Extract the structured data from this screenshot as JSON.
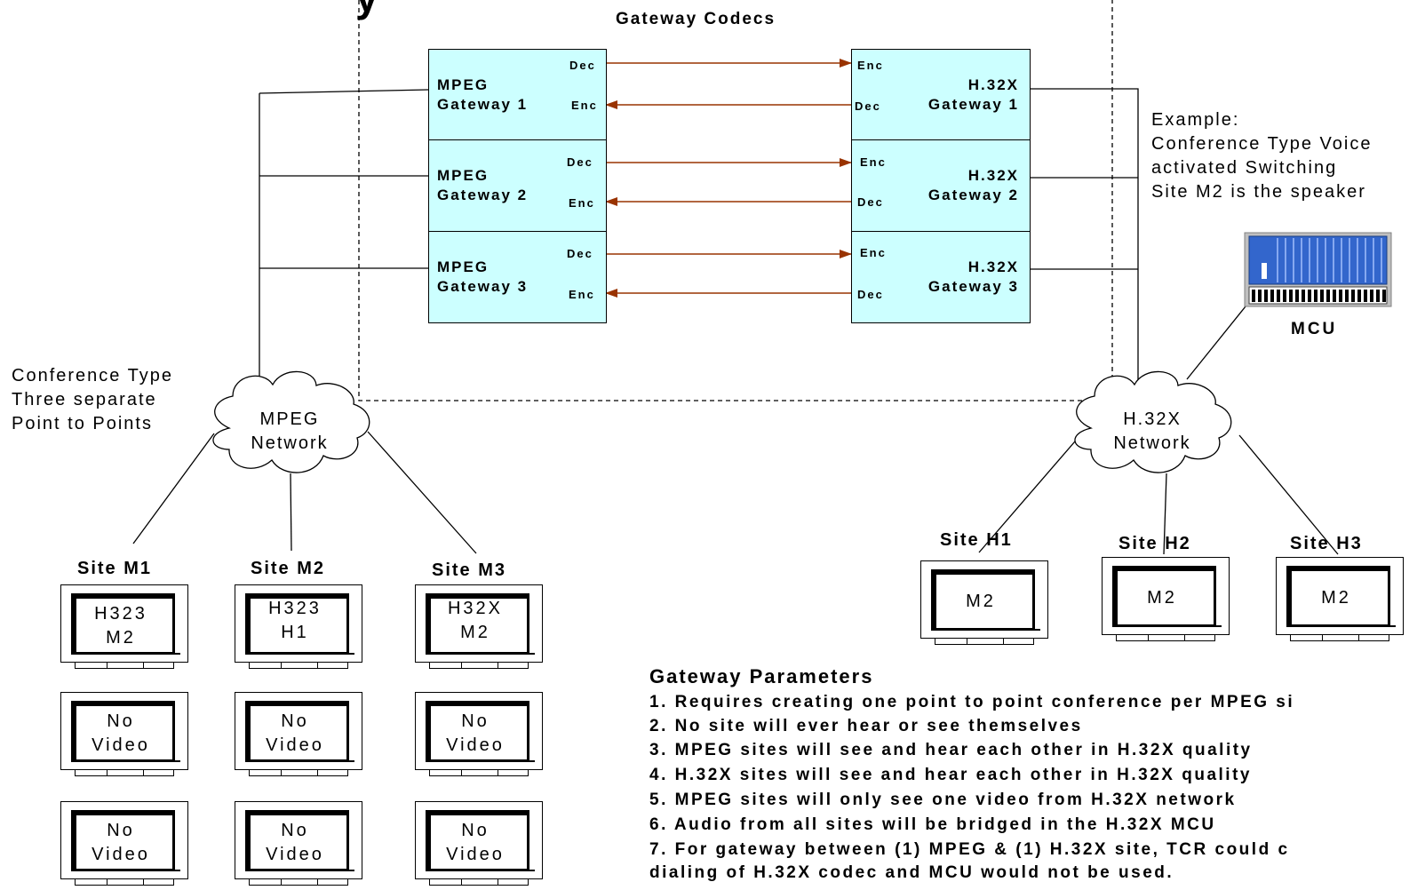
{
  "title_fragment": "y",
  "header": "Gateway Codecs",
  "mpeg_gateways": [
    {
      "line1": "MPEG",
      "line2": "Gateway 1",
      "dec": "Dec",
      "enc": "Enc"
    },
    {
      "line1": "MPEG",
      "line2": "Gateway 2",
      "dec": "Dec",
      "enc": "Enc"
    },
    {
      "line1": "MPEG",
      "line2": "Gateway 3",
      "dec": "Dec",
      "enc": "Enc"
    }
  ],
  "h32x_gateways": [
    {
      "line1": "H.32X",
      "line2": "Gateway 1",
      "enc": "Enc",
      "dec": "Dec"
    },
    {
      "line1": "H.32X",
      "line2": "Gateway 2",
      "enc": "Enc",
      "dec": "Dec"
    },
    {
      "line1": "H.32X",
      "line2": "Gateway 3",
      "enc": "Enc",
      "dec": "Dec"
    }
  ],
  "example_note": [
    "Example:",
    "Conference Type Voice",
    "activated Switching",
    "Site M2 is the speaker"
  ],
  "mcu_label": "MCU",
  "conference_note": [
    "Conference Type",
    "Three separate",
    "Point to Points"
  ],
  "mpeg_network": [
    "MPEG",
    "Network"
  ],
  "h32x_network": [
    "H.32X",
    "Network"
  ],
  "mpeg_sites": [
    {
      "name": "Site M1",
      "monitors": [
        [
          "H323",
          "M2"
        ],
        [
          "No",
          "Video"
        ],
        [
          "No",
          "Video"
        ]
      ]
    },
    {
      "name": "Site M2",
      "monitors": [
        [
          "H323",
          "H1"
        ],
        [
          "No",
          "Video"
        ],
        [
          "No",
          "Video"
        ]
      ]
    },
    {
      "name": "Site M3",
      "monitors": [
        [
          "H32X",
          "M2"
        ],
        [
          "No",
          "Video"
        ],
        [
          "No",
          "Video"
        ]
      ]
    }
  ],
  "h32x_sites": [
    {
      "name": "Site H1",
      "monitor": "M2"
    },
    {
      "name": "Site H2",
      "monitor": "M2"
    },
    {
      "name": "Site H3",
      "monitor": "M2"
    }
  ],
  "parameters": {
    "title": "Gateway Parameters",
    "items": [
      "1.  Requires creating one point to point conference per MPEG si",
      "2.   No site will ever hear or see themselves",
      "3.  MPEG sites will see and hear each other in H.32X quality",
      "4.  H.32X sites will see and hear each other in H.32X quality",
      "5.  MPEG sites will only see one video from H.32X network",
      "6.  Audio from all sites will be bridged in the H.32X MCU",
      "7.  For gateway between (1) MPEG & (1) H.32X site, TCR could c",
      "dialing of H.32X codec and MCU would not be used."
    ]
  },
  "colors": {
    "gateway_fill": "#ccffff",
    "arrow": "#993300",
    "mcu_blue": "#3366cc"
  }
}
